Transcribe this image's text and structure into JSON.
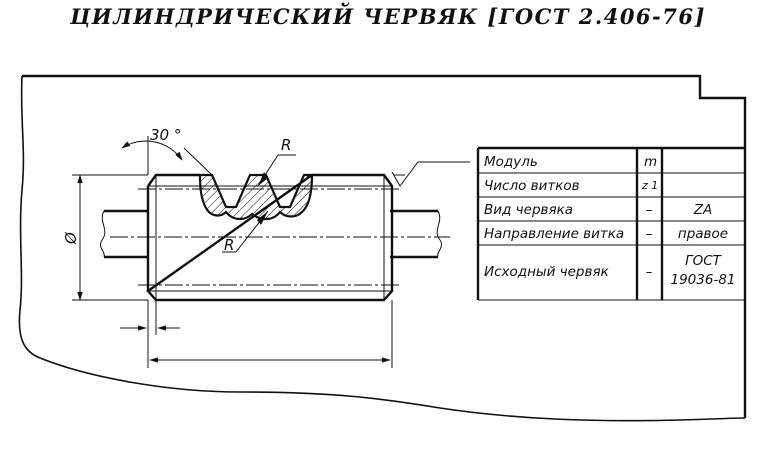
{
  "title": "ЦИЛИНДРИЧЕСКИЙ ЧЕРВЯК [ГОСТ 2.406-76]",
  "drawing": {
    "angle_label": "30 °",
    "radius_label_top": "R",
    "radius_label_bottom": "R",
    "diameter_symbol": "Ø"
  },
  "table": {
    "rows": [
      {
        "param": "Модуль",
        "symbol": "m",
        "value": ""
      },
      {
        "param": "Число витков",
        "symbol": "z 1",
        "value": ""
      },
      {
        "param": "Вид червяка",
        "symbol": "–",
        "value": "ZA"
      },
      {
        "param": "Направление витка",
        "symbol": "–",
        "value": "правое"
      },
      {
        "param": "Исходный червяк",
        "symbol": "–",
        "value_line1": "ГОСТ",
        "value_line2": "19036-81"
      }
    ]
  }
}
